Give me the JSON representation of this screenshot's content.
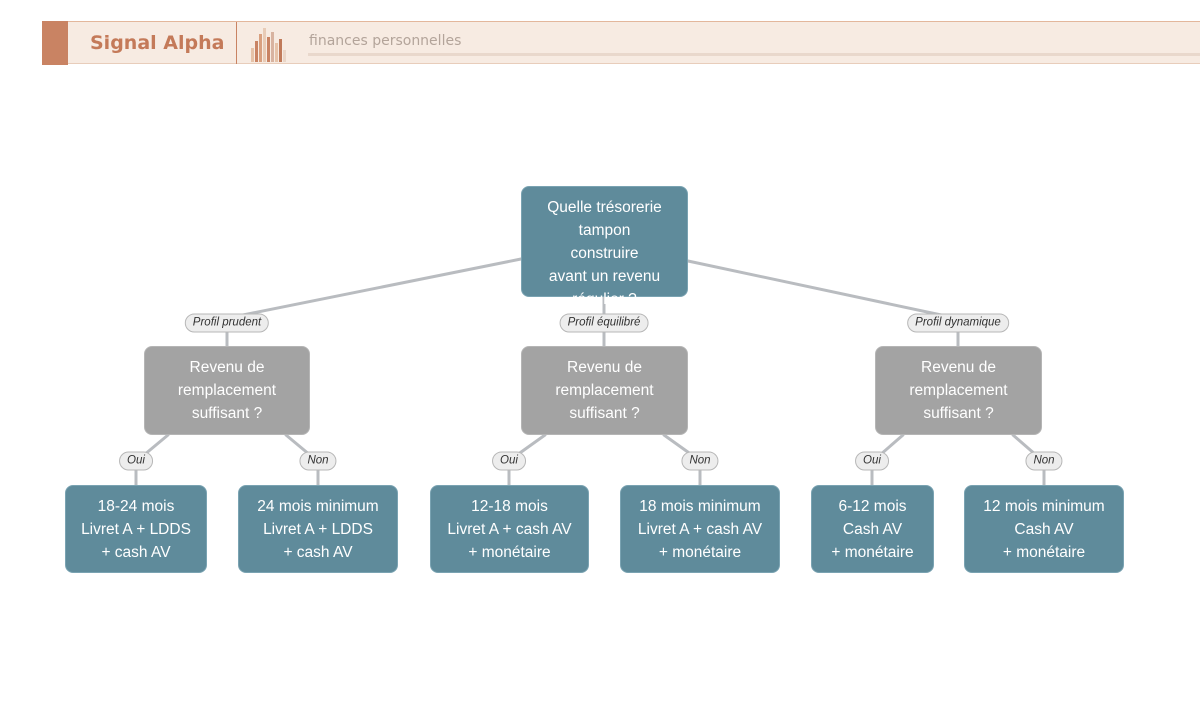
{
  "header": {
    "brand": "Signal Alpha",
    "subtitle": "finances personnelles",
    "colors": {
      "accent": "#c98363",
      "background": "#f7ebe2",
      "brand_text": "#c47a59"
    }
  },
  "diagram": {
    "colors": {
      "decision": "#5f8b9b",
      "question": "#a3a3a3",
      "edge": "#b9bcc0"
    },
    "root": {
      "text": "Quelle trésorerie\ntampon\nconstruire\navant un revenu\nrégulier ?"
    },
    "branches": [
      {
        "label": "Profil prudent",
        "question": "Revenu de\nremplacement\nsuffisant ?",
        "oui_label": "Oui",
        "non_label": "Non",
        "oui_result": "18-24 mois\nLivret A + LDDS\n+ cash AV",
        "non_result": "24 mois minimum\nLivret A + LDDS\n+ cash AV"
      },
      {
        "label": "Profil équilibré",
        "question": "Revenu de\nremplacement\nsuffisant ?",
        "oui_label": "Oui",
        "non_label": "Non",
        "oui_result": "12-18 mois\nLivret A + cash AV\n+ monétaire",
        "non_result": "18 mois minimum\nLivret A + cash AV\n+ monétaire"
      },
      {
        "label": "Profil dynamique",
        "question": "Revenu de\nremplacement\nsuffisant ?",
        "oui_label": "Oui",
        "non_label": "Non",
        "oui_result": "6-12 mois\nCash AV\n+ monétaire",
        "non_result": "12 mois minimum\nCash AV\n+ monétaire"
      }
    ]
  }
}
